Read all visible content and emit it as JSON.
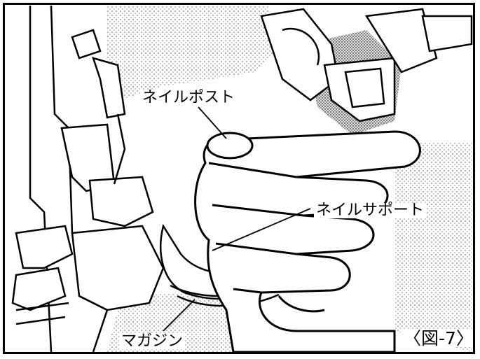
{
  "figure": {
    "caption": "〈図-7〉",
    "callouts": {
      "nail_post": "ネイルポスト",
      "nail_support": "ネイルサポート",
      "magazine": "マガジン"
    }
  }
}
